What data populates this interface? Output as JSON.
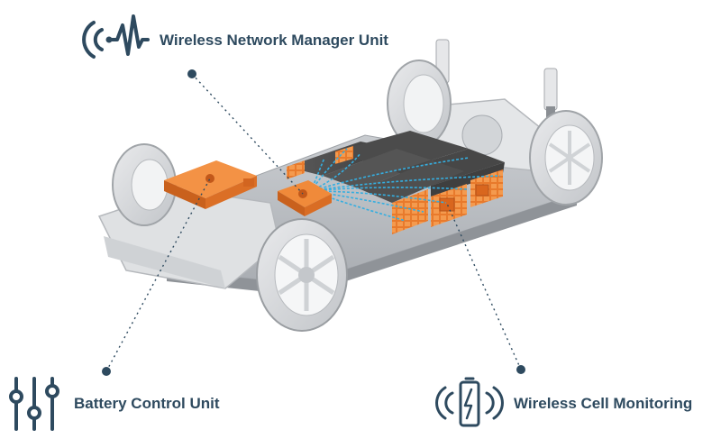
{
  "labels": {
    "wnmu": "Wireless Network Manager Unit",
    "bcu": "Battery Control Unit",
    "wcm": "Wireless Cell Monitoring"
  },
  "colors": {
    "label": "#2e4a5f",
    "icon": "#2e4a5f",
    "accent": "#e87a2c",
    "signal": "#35aee0",
    "battery_block": "#4a4a4a"
  },
  "icons": {
    "wnmu": "signal-pulse-icon",
    "bcu": "sliders-icon",
    "wcm": "wireless-battery-icon"
  }
}
